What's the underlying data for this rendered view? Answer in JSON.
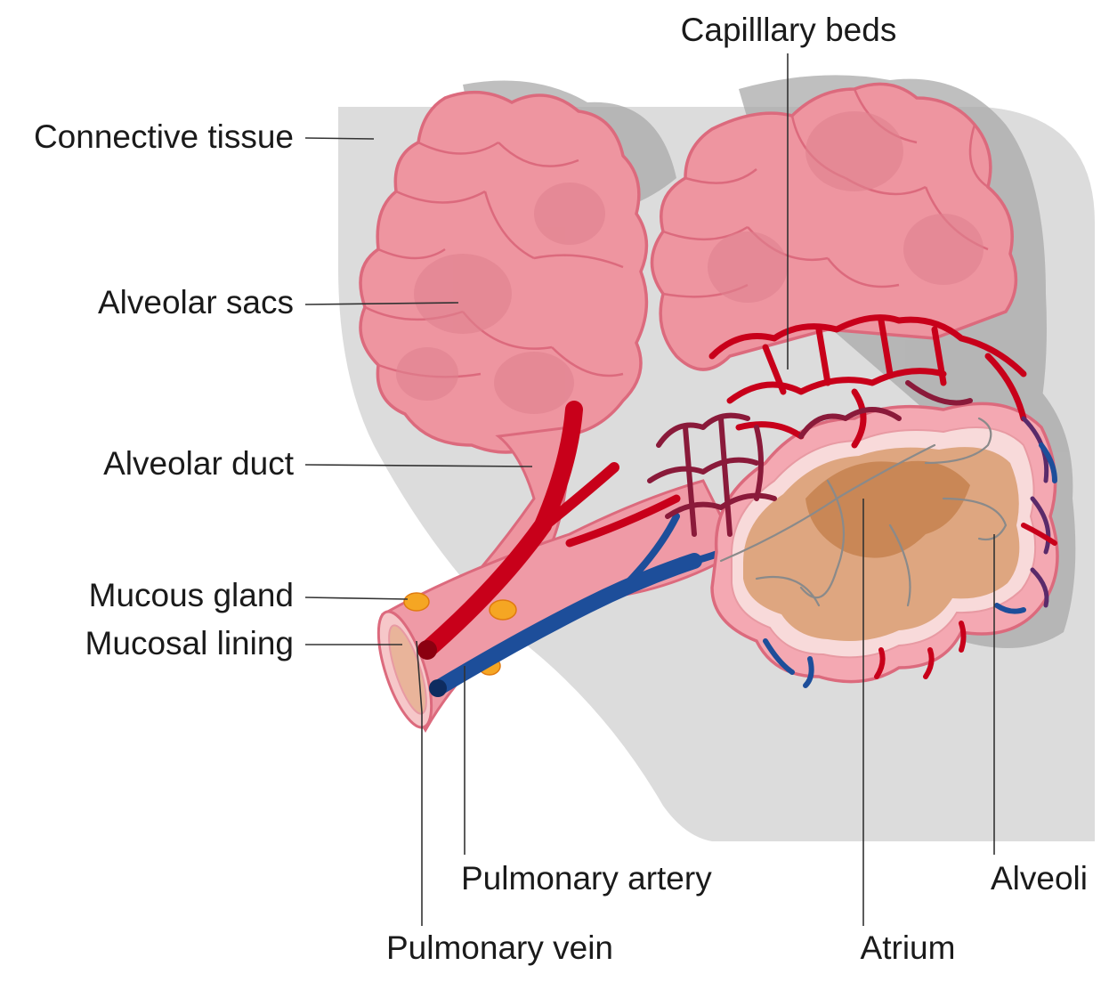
{
  "labels": {
    "capillary_beds": "Capilllary beds",
    "connective_tissue": "Connective tissue",
    "alveolar_sacs": "Alveolar sacs",
    "alveolar_duct": "Alveolar duct",
    "mucous_gland": "Mucous gland",
    "mucosal_lining": "Mucosal lining",
    "pulmonary_artery": "Pulmonary artery",
    "pulmonary_vein": "Pulmonary vein",
    "atrium": "Atrium",
    "alveoli": "Alveoli"
  },
  "colors": {
    "background_tissue": "#dcdcdc",
    "shadow": "#a9a9a9",
    "alveolar_pink": "#ee95a0",
    "alveolar_outline": "#dc6a7d",
    "artery_red": "#c8001a",
    "vein_blue": "#1d4e9a",
    "capillary_purple": "#7a2550",
    "atrium_tan": "#d9a070",
    "mucous_gland_orange": "#f5a623"
  }
}
